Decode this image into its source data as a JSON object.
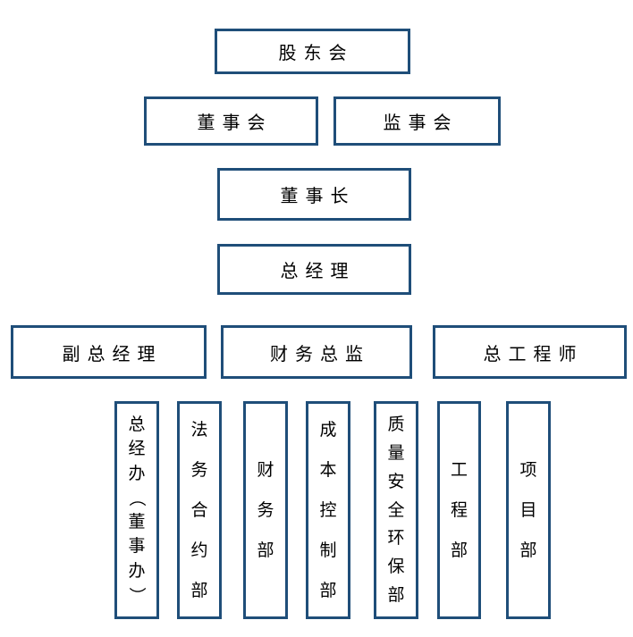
{
  "chart_data": {
    "type": "org-chart",
    "title": "",
    "levels": [
      [
        "股东会"
      ],
      [
        "董事会",
        "监事会"
      ],
      [
        "董事长"
      ],
      [
        "总经理"
      ],
      [
        "副总经理",
        "财务总监",
        "总工程师"
      ],
      [
        "总经办（董事办）",
        "法务合约部",
        "财务部",
        "成本控制部",
        "质量安全环保部",
        "工程部",
        "项目部"
      ]
    ]
  },
  "colors": {
    "box_border": "#1f4e79",
    "box_fill": "#ffffff",
    "text": "#000000",
    "background": "#ffffff"
  },
  "nodes": {
    "shareholders": {
      "label": "股东会"
    },
    "board_of_directors": {
      "label": "董事会"
    },
    "supervisory_board": {
      "label": "监事会"
    },
    "chairman": {
      "label": "董事长"
    },
    "general_manager": {
      "label": "总经理"
    },
    "deputy_general_manager": {
      "label": "副总经理"
    },
    "finance_director": {
      "label": "财务总监"
    },
    "chief_engineer": {
      "label": "总工程师"
    },
    "departments": [
      {
        "label": "总经办（董事办）"
      },
      {
        "label": "法务合约部"
      },
      {
        "label": "财务部"
      },
      {
        "label": "成本控制部"
      },
      {
        "label": "质量安全环保部"
      },
      {
        "label": "工程部"
      },
      {
        "label": "项目部"
      }
    ]
  }
}
